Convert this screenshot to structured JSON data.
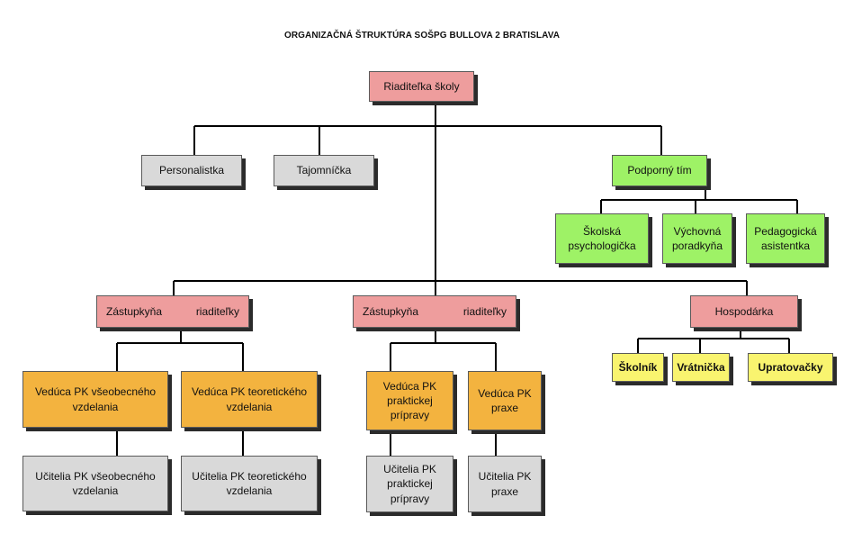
{
  "title": "ORGANIZAČNÁ ŠTRUKTÚRA SOŠPG BULLOVA 2 BRATISLAVA",
  "colors": {
    "director": "#ee9d9d",
    "staff": "#d9d9d9",
    "support": "#9ef266",
    "lead": "#f3b33f",
    "service": "#f9f46f",
    "line": "#000000"
  },
  "nodes": {
    "riaditelka": "Riaditeľka školy",
    "personalistka": "Personalistka",
    "tajomnicka": "Tajomníčka",
    "podporny_tim": "Podporný tím",
    "skolska_psychologicka": "Školská psychologička",
    "vychovna_poradkyna": "Výchovná poradkyňa",
    "pedagogicka_asistentka": "Pedagogická asistentka",
    "zastupkyna_1": {
      "a": "Zástupkyňa",
      "b": "riaditeľky"
    },
    "zastupkyna_2": {
      "a": "Zástupkyňa",
      "b": "riaditeľky"
    },
    "hospodarka": "Hospodárka",
    "veduca_vseob": "Vedúca PK všeobecného vzdelania",
    "veduca_teoret": "Vedúca PK teoretického vzdelania",
    "veduca_prakt": "Vedúca PK praktickej prípravy",
    "veduca_praxe": "Vedúca PK praxe",
    "ucitelia_vseob": "Učitelia PK všeobecného vzdelania",
    "ucitelia_teoret": "Učitelia PK teoretického vzdelania",
    "ucitelia_prakt": "Učitelia PK praktickej prípravy",
    "ucitelia_praxe": "Učitelia PK praxe",
    "skolnik": "Školník",
    "vratnicka": "Vrátnička",
    "upratovacky": "Upratovačky"
  }
}
